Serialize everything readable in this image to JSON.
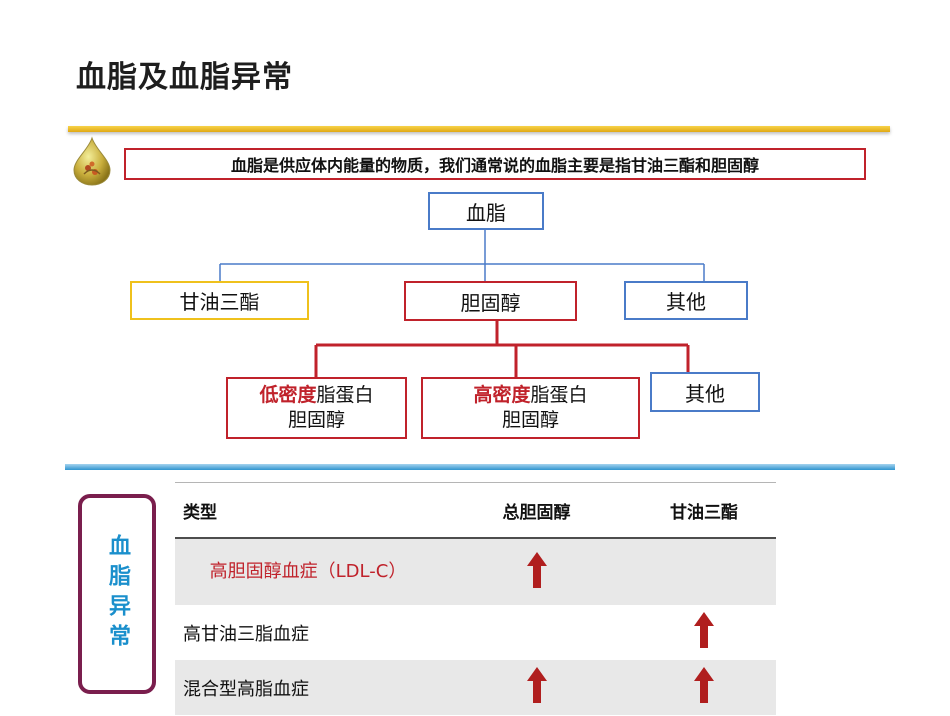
{
  "page": {
    "title": "血脂及血脂异常",
    "subtitle": "血脂是供应体内能量的物质，我们通常说的血脂主要是指甘油三酯和胆固醇"
  },
  "tree": {
    "root": "血脂",
    "level1": [
      "甘油三酯",
      "胆固醇",
      "其他"
    ],
    "level2": [
      {
        "highlight": "低密度",
        "rest": "脂蛋白",
        "line2": "胆固醇"
      },
      {
        "highlight": "高密度",
        "rest": "脂蛋白",
        "line2": "胆固醇"
      },
      {
        "text": "其他"
      }
    ]
  },
  "side_label": "血脂异常",
  "table": {
    "headers": [
      "类型",
      "总胆固醇",
      "甘油三酯"
    ],
    "rows": [
      {
        "type": "高胆固醇血症（LDL-C）",
        "total_cholesterol_up": true,
        "triglyceride_up": false
      },
      {
        "type": "高甘油三脂血症",
        "total_cholesterol_up": false,
        "triglyceride_up": true
      },
      {
        "type": "混合型高脂血症",
        "total_cholesterol_up": true,
        "triglyceride_up": true
      }
    ]
  },
  "icons": {
    "drop": "oil-drop-icon",
    "arrow": "up-arrow-icon"
  },
  "colors": {
    "red": "#c0222b",
    "blue": "#4a7bc8",
    "yellow": "#efc11c",
    "side_label": "#1a8fcc",
    "side_border": "#7a1e4d"
  }
}
